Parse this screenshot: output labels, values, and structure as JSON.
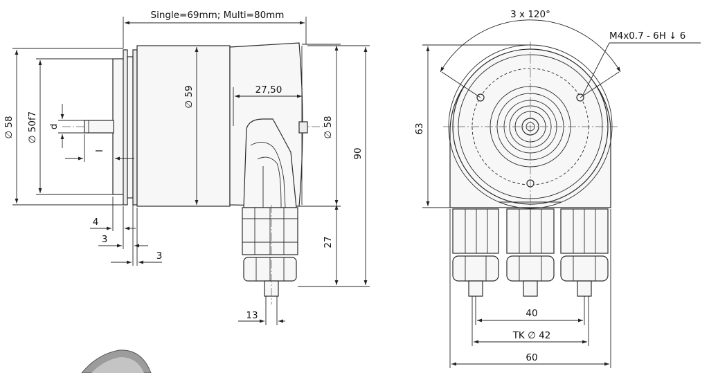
{
  "side_view": {
    "length_label": "Single=69mm; Multi=80mm",
    "dia_flange_label": "∅ 58",
    "dia_spigot_label": "∅ 50f7",
    "dia_shaft_label": "d",
    "shaft_length_label": "l",
    "dia_body_label": "∅ 59",
    "cap_dia_label": "∅ 58",
    "connector_offset_label": "27,50",
    "height_label": "90",
    "connector_height_label": "27",
    "flange_dim_4": "4",
    "flange_dim_3a": "3",
    "flange_dim_3b": "3",
    "connector_width_label": "13"
  },
  "front_view": {
    "angle_label": "3 x 120°",
    "thread_label": "M4x0.7 - 6H ↓ 6",
    "height_label": "63",
    "spacing_label": "40",
    "bolt_circle_label": "TK ∅ 42",
    "width_label": "60"
  }
}
